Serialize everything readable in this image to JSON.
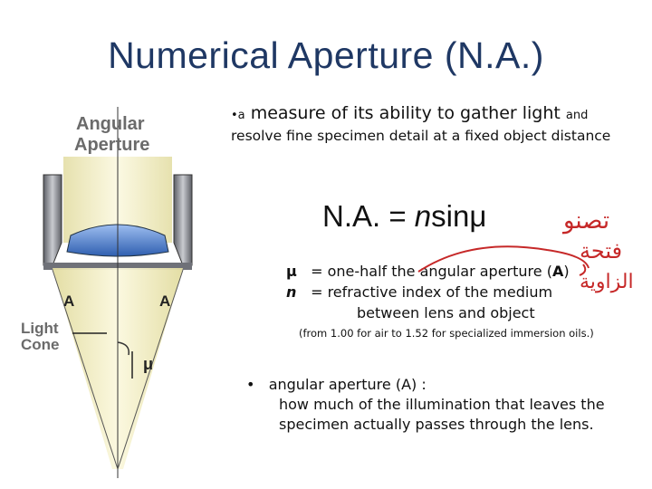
{
  "title": "Numerical Aperture (N.A.)",
  "diagram": {
    "heading_line1": "Angular",
    "heading_line2": "Aperture",
    "label_a_left": "A",
    "label_a_right": "A",
    "light_cone_line1": "Light",
    "light_cone_line2": "Cone",
    "mu_label": "μ",
    "colors": {
      "cone": "#f2eec0",
      "lens": "#5b8fd6",
      "housing": "#8e9098",
      "heading": "#6b6b6b",
      "title": "#1f3864"
    }
  },
  "intro": {
    "bullet": "•a",
    "text_large": "measure of its ability to gather light",
    "text_small": "and",
    "line2": "resolve fine specimen detail at a fixed object distance"
  },
  "formula": {
    "prefix": "N.A. = ",
    "n": "n",
    "rest": "sinμ"
  },
  "definitions": [
    {
      "symbol": "μ",
      "eq": " = ",
      "text_before": "one-half the angular aperture (",
      "text_bold": "A",
      "text_after": ")"
    },
    {
      "symbol": "n",
      "eq": " = ",
      "text": "refractive index of the medium",
      "continuation": "between lens and object"
    }
  ],
  "note": "(from 1.00 for air to 1.52 for specialized immersion oils.)",
  "angular_aperture_def": {
    "bullet": "•",
    "term": "angular aperture",
    "term_suffix": " (A) :",
    "line1": "how much of the illumination that leaves the",
    "line2": "specimen actually passes through the lens."
  },
  "handwriting": {
    "word1": "تصنو",
    "word2": "فتحة",
    "word3": "الزاوية"
  }
}
